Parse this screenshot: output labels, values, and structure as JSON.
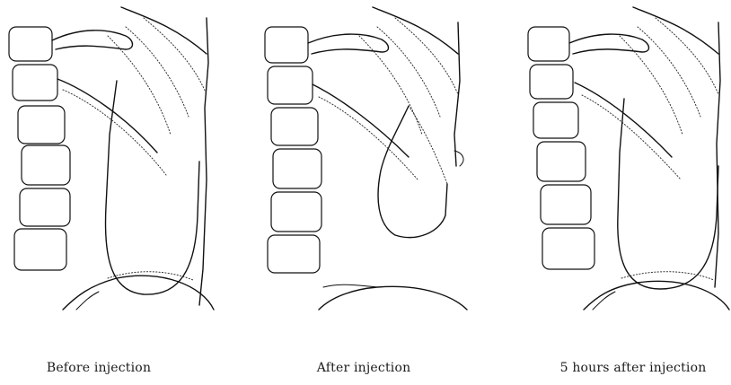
{
  "panels": [
    {
      "caption": "Before injection"
    },
    {
      "caption": "After injection"
    },
    {
      "caption": "5 hours after injection"
    }
  ]
}
